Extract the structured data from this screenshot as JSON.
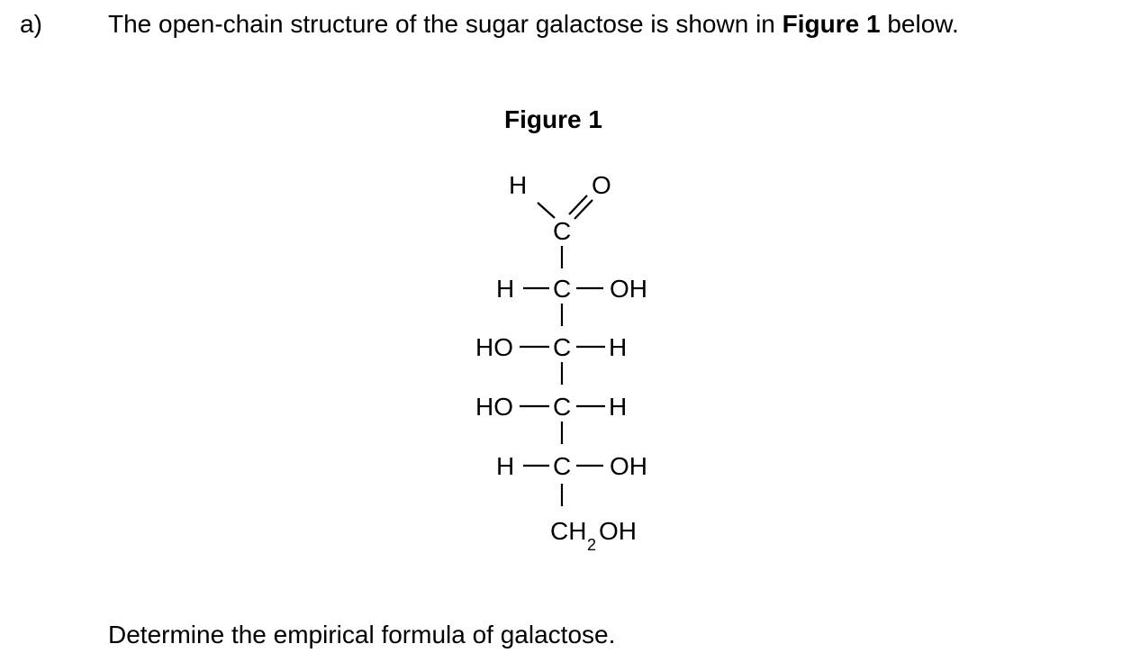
{
  "question": {
    "label": "a)",
    "intro_before": "The open-chain structure of the sugar galactose is shown in ",
    "intro_bold_1": "Figure 1",
    "intro_after": " below.",
    "prompt": "Determine the empirical formula of galactose."
  },
  "figure": {
    "title": "Figure 1",
    "atoms": {
      "aldehyde_h": "H",
      "aldehyde_o": "O",
      "c1": "C",
      "c2_left": "H",
      "c2": "C",
      "c2_right": "OH",
      "c3_left": "HO",
      "c3": "C",
      "c3_right": "H",
      "c4_left": "HO",
      "c4": "C",
      "c4_right": "H",
      "c5_left": "H",
      "c5": "C",
      "c5_right": "OH",
      "c6_ch": "CH",
      "c6_sub": "2",
      "c6_oh": "OH"
    }
  }
}
